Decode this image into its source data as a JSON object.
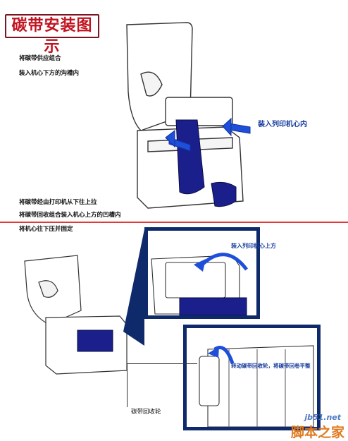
{
  "title": "碳带安装图示",
  "step1": {
    "line1": "将碳带供应组合",
    "line2": "装入机心下方的沟槽内",
    "arrow_label": "装入列印机心内"
  },
  "step2": {
    "line1": "将碳带经由打印机从下往上拉",
    "line2": "将碳带回收组合装入机心上方的凹槽内",
    "line3": "将机心往下压并固定",
    "inset_label": "装入列印机心上方",
    "wheel_label": "转动碳带回收轮，将碳带回卷平整",
    "callout": "碳带回收轮"
  },
  "watermark": {
    "site": "jb51.net",
    "brand": "脚本之家"
  },
  "colors": {
    "title": "#c1121f",
    "ribbon": "#1a1f8c",
    "arrow": "#1e4fd8",
    "frame": "#0f2a6b",
    "divider": "#e03a3a"
  }
}
